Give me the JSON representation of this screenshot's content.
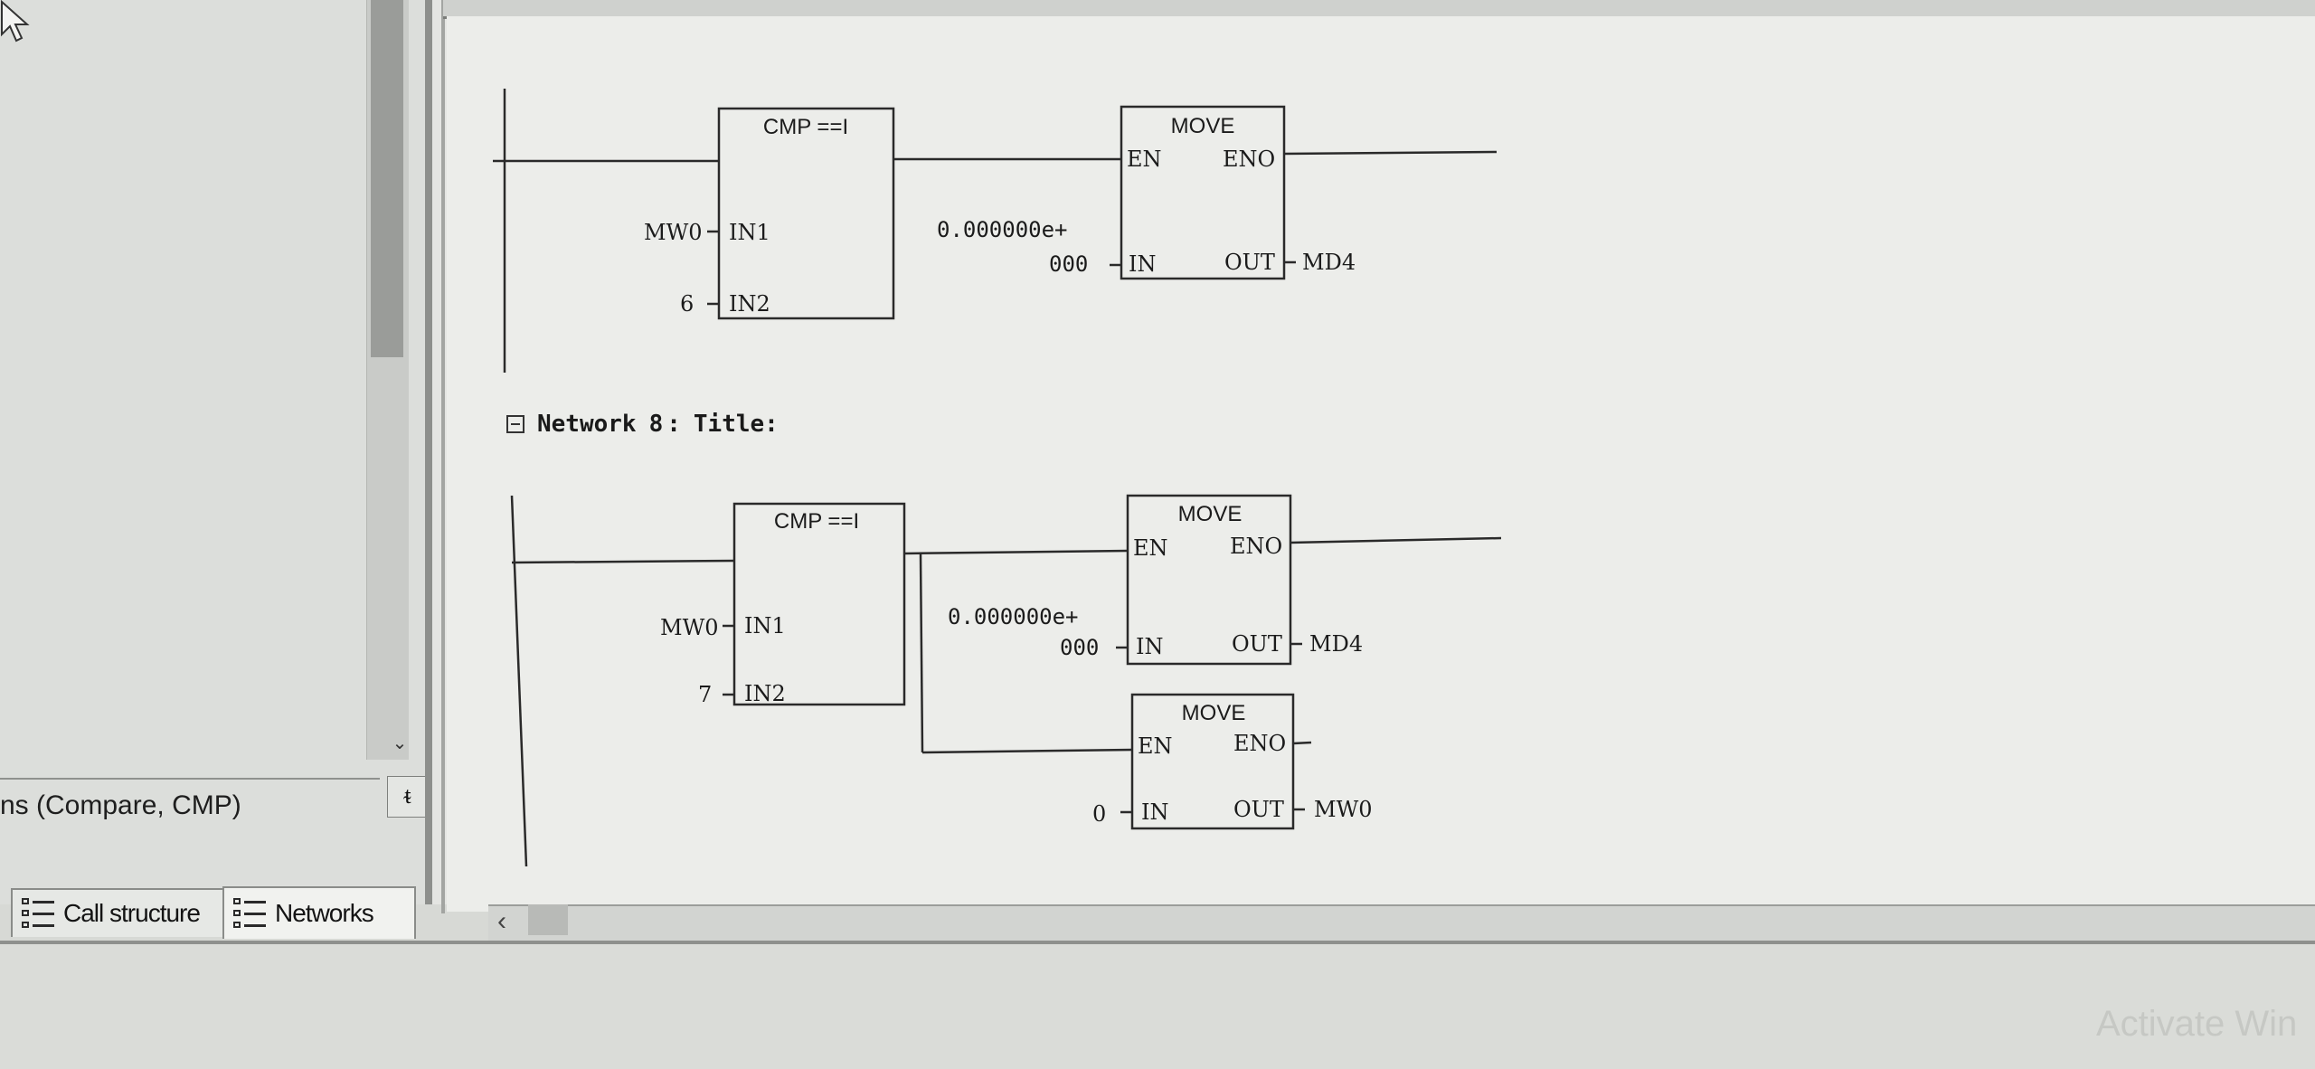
{
  "left_panel": {
    "instructions_label": "ns (Compare, CMP)",
    "tabs": [
      {
        "label": "Call structure",
        "icon": "call-structure-icon"
      },
      {
        "label": "Networks",
        "icon": "networks-icon"
      }
    ]
  },
  "network7": {
    "compare_box": {
      "title": "CMP ==I",
      "in1_label": "IN1",
      "in2_label": "IN2",
      "in1_value": "MW0",
      "in2_value": "6"
    },
    "move_box": {
      "title": "MOVE",
      "en_label": "EN",
      "eno_label": "ENO",
      "in_label": "IN",
      "out_label": "OUT",
      "in_value_line1": "0.000000e+",
      "in_value_line2": "000",
      "out_value": "MD4"
    }
  },
  "network8": {
    "label": "Network",
    "number": "8",
    "separator": ":",
    "title": "Title:",
    "compare_box": {
      "title": "CMP ==I",
      "in1_label": "IN1",
      "in2_label": "IN2",
      "in1_value": "MW0",
      "in2_value": "7"
    },
    "move_box_1": {
      "title": "MOVE",
      "en_label": "EN",
      "eno_label": "ENO",
      "in_label": "IN",
      "out_label": "OUT",
      "in_value_line1": "0.000000e+",
      "in_value_line2": "000",
      "out_value": "MD4"
    },
    "move_box_2": {
      "title": "MOVE",
      "en_label": "EN",
      "eno_label": "ENO",
      "in_label": "IN",
      "out_label": "OUT",
      "in_value": "0",
      "out_value": "MW0"
    }
  },
  "watermark": "Activate Win"
}
